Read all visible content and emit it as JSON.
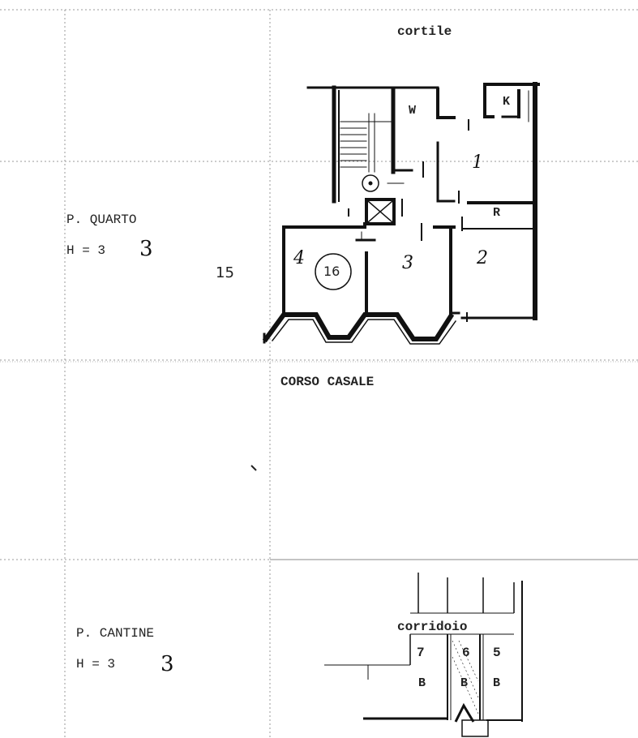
{
  "upper_plan": {
    "floor_label": "P. QUARTO",
    "height_label": "H = 3",
    "height_handwritten": "3",
    "side_number": "15",
    "courtyard_label": "cortile",
    "street_label": "CORSO CASALE",
    "unit_number": "16",
    "rooms": {
      "w": "W",
      "k": "K",
      "r": "R",
      "room1": "1",
      "room2": "2",
      "room3": "3",
      "room4": "4"
    }
  },
  "lower_plan": {
    "floor_label": "P. CANTINE",
    "height_label": "H = 3",
    "height_handwritten": "3",
    "corridor_label": "corridoio",
    "cellars": [
      {
        "number": "7",
        "label": "B"
      },
      {
        "number": "6",
        "label": "B"
      },
      {
        "number": "5",
        "label": "B"
      }
    ]
  }
}
